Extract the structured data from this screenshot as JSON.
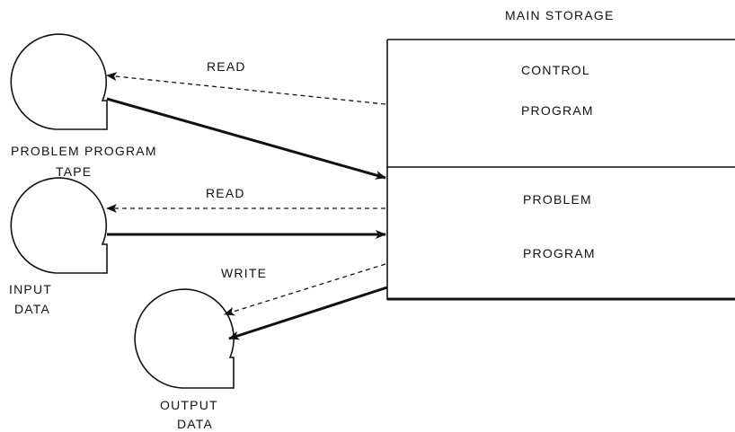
{
  "main_storage": {
    "title": "MAIN STORAGE",
    "control_program": [
      "CONTROL",
      "PROGRAM"
    ],
    "problem_program": [
      "PROBLEM",
      "PROGRAM"
    ]
  },
  "tapes": {
    "problem_program_tape": [
      "PROBLEM PROGRAM",
      "TAPE"
    ],
    "input_data": [
      "INPUT",
      "DATA"
    ],
    "output_data": [
      "OUTPUT",
      "DATA"
    ]
  },
  "flow_labels": {
    "read_control": "READ",
    "read_problem": "READ",
    "write": "WRITE"
  }
}
